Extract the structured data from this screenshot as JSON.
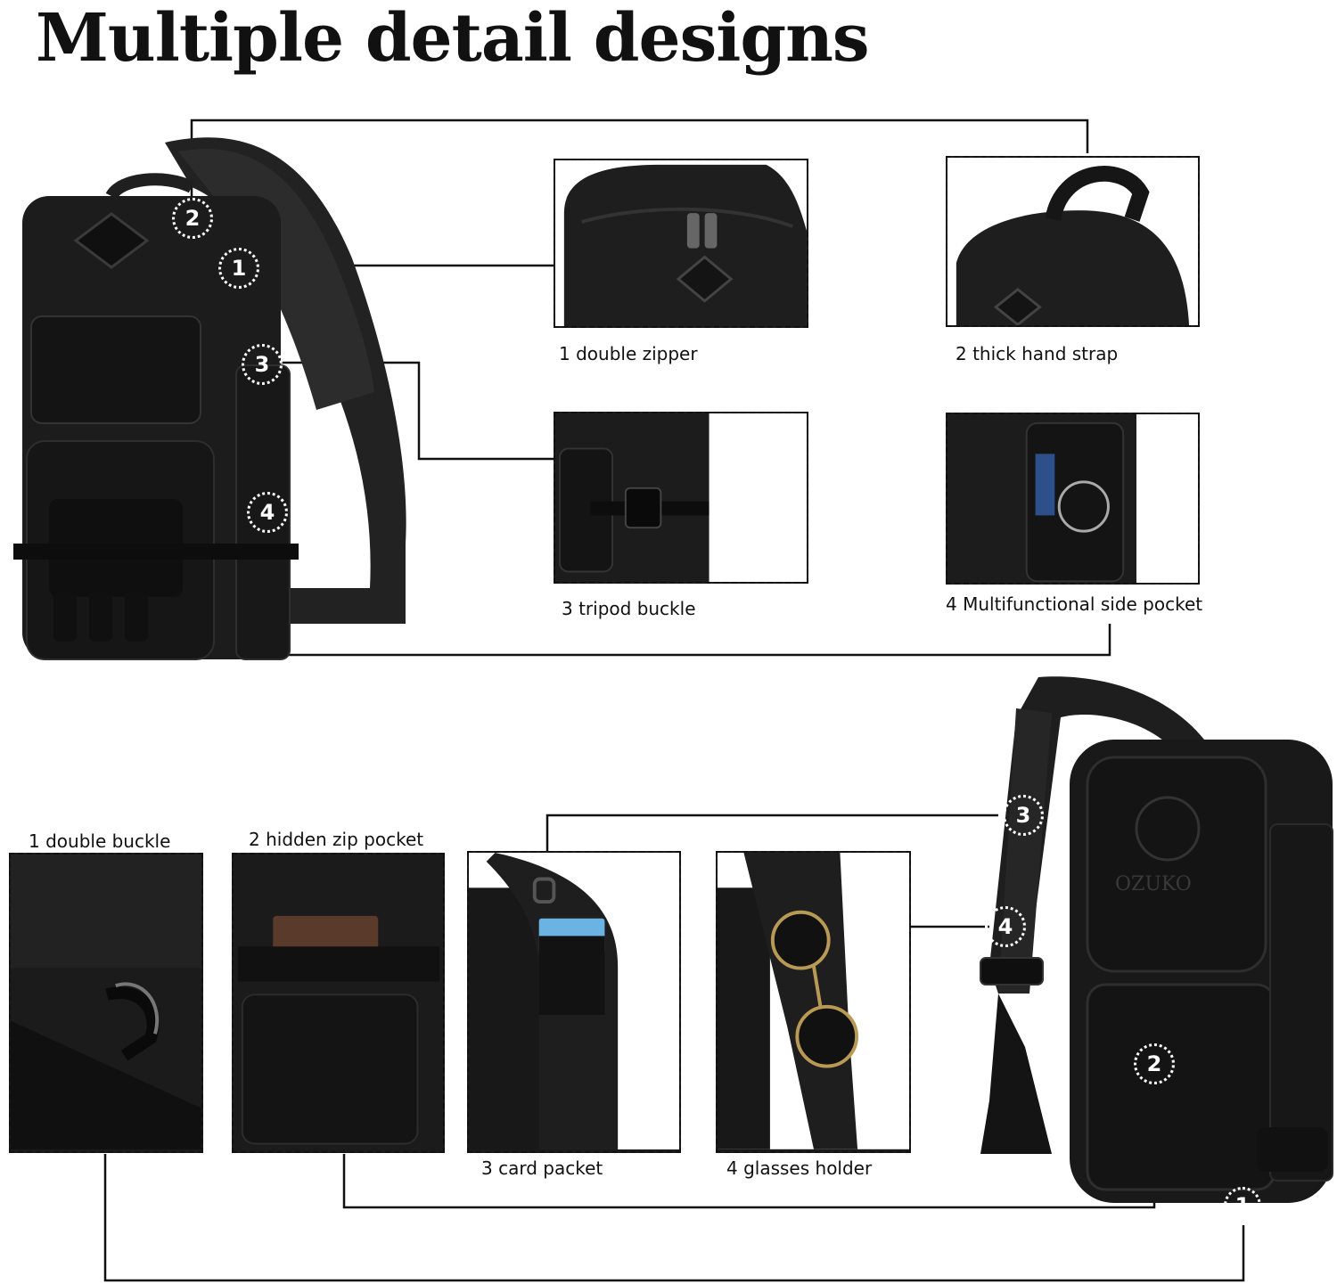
{
  "page": {
    "title": "Multiple detail designs"
  },
  "top_section": {
    "captions": [
      "1 double  zipper",
      "2 thick hand strap",
      "3 tripod buckle",
      "4 Multifunctional side pocket"
    ],
    "markers": [
      "1",
      "2",
      "3",
      "4"
    ]
  },
  "bottom_section": {
    "captions": [
      "1 double  buckle",
      "2 hidden zip pocket",
      "3 card packet",
      "4 glasses holder"
    ],
    "markers": [
      "1",
      "2",
      "3",
      "4"
    ],
    "brand_label": "OZUKO"
  },
  "colors": {
    "background": "#ffffff",
    "bag": "#1c1c1c",
    "line": "#111111",
    "marker": "#ffffff"
  }
}
